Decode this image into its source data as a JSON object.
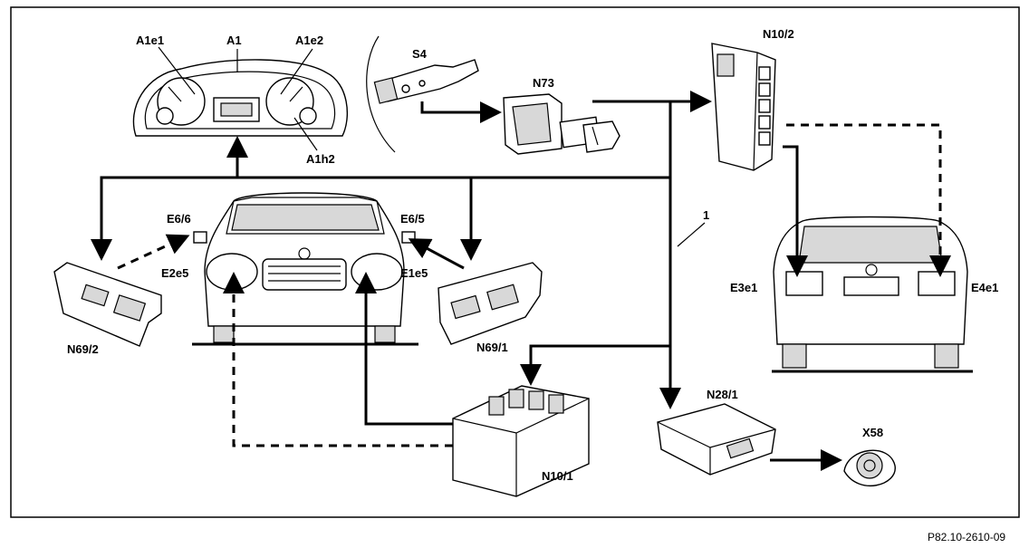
{
  "labels": {
    "a1e1": "A1e1",
    "a1": "A1",
    "a1e2": "A1e2",
    "a1h2": "A1h2",
    "s4": "S4",
    "n73": "N73",
    "n10_2": "N10/2",
    "e6_6": "E6/6",
    "e6_5": "E6/5",
    "e2e5": "E2e5",
    "e1e5": "E1e5",
    "n69_2": "N69/2",
    "n69_1": "N69/1",
    "bus_1": "1",
    "e3e1": "E3e1",
    "e4e1": "E4e1",
    "n28_1": "N28/1",
    "x58": "X58",
    "n10_1": "N10/1"
  },
  "reference": "P82.10-2610-09"
}
